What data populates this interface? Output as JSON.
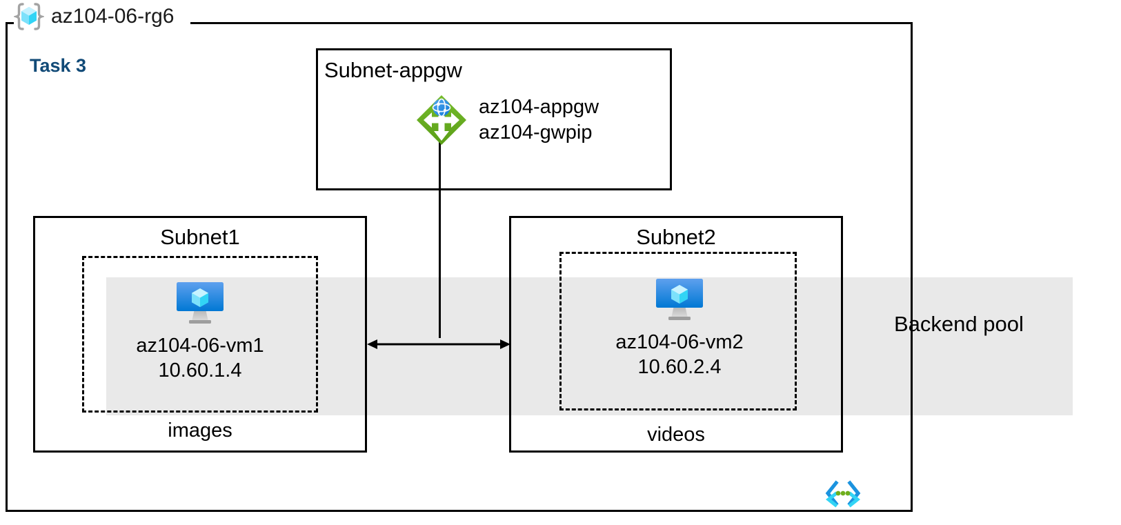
{
  "diagram": {
    "resource_group": {
      "name": "az104-06-rg6",
      "icon": "resource-group-cube-icon"
    },
    "task_label": "Task 3",
    "accent_colors": {
      "task_blue": "#114A77",
      "appgw_green": "#59A512",
      "vm_blue": "#2E95E6",
      "cube_cyan": "#50E6FF",
      "band_grey": "#E9E9E9",
      "stroke": "#000000"
    },
    "backend_pool": {
      "label": "Backend pool"
    },
    "subnets": [
      {
        "id": "subnet-appgw",
        "title": "Subnet-appgw",
        "resources": [
          {
            "icon": "application-gateway-icon",
            "lines": [
              "az104-appgw",
              "az104-gwpip"
            ]
          }
        ]
      },
      {
        "id": "subnet1",
        "title": "Subnet1",
        "footer": "images",
        "vm": {
          "icon": "virtual-machine-icon",
          "name": "az104-06-vm1",
          "ip": "10.60.1.4"
        }
      },
      {
        "id": "subnet2",
        "title": "Subnet2",
        "footer": "videos",
        "vm": {
          "icon": "virtual-machine-icon",
          "name": "az104-06-vm2",
          "ip": "10.60.2.4"
        }
      }
    ],
    "markers": {
      "vnet_code_icon": "angle-brackets-dots-icon"
    }
  }
}
